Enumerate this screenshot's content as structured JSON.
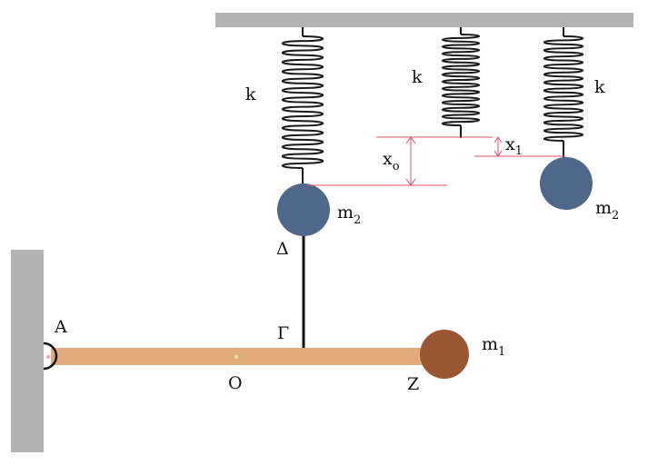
{
  "labels": {
    "k_left": "k",
    "k_middle": "k",
    "k_right": "k",
    "m2_top": {
      "base": "m",
      "sub": "2"
    },
    "m2_right": {
      "base": "m",
      "sub": "2"
    },
    "m1": {
      "base": "m",
      "sub": "1"
    },
    "x0": {
      "base": "x",
      "sub": "o"
    },
    "x1": {
      "base": "x",
      "sub": "1"
    },
    "delta": "Δ",
    "gamma": "Γ",
    "A": "A",
    "O": "O",
    "Z": "Z"
  },
  "colors": {
    "support": "#b3b3b3",
    "spring": "#1a1a1a",
    "mass_m2": "#4f6889",
    "mass_m1": "#9a5533",
    "rod": "#e2ab7c",
    "dimension": "#e0506e",
    "string": "#111111"
  }
}
